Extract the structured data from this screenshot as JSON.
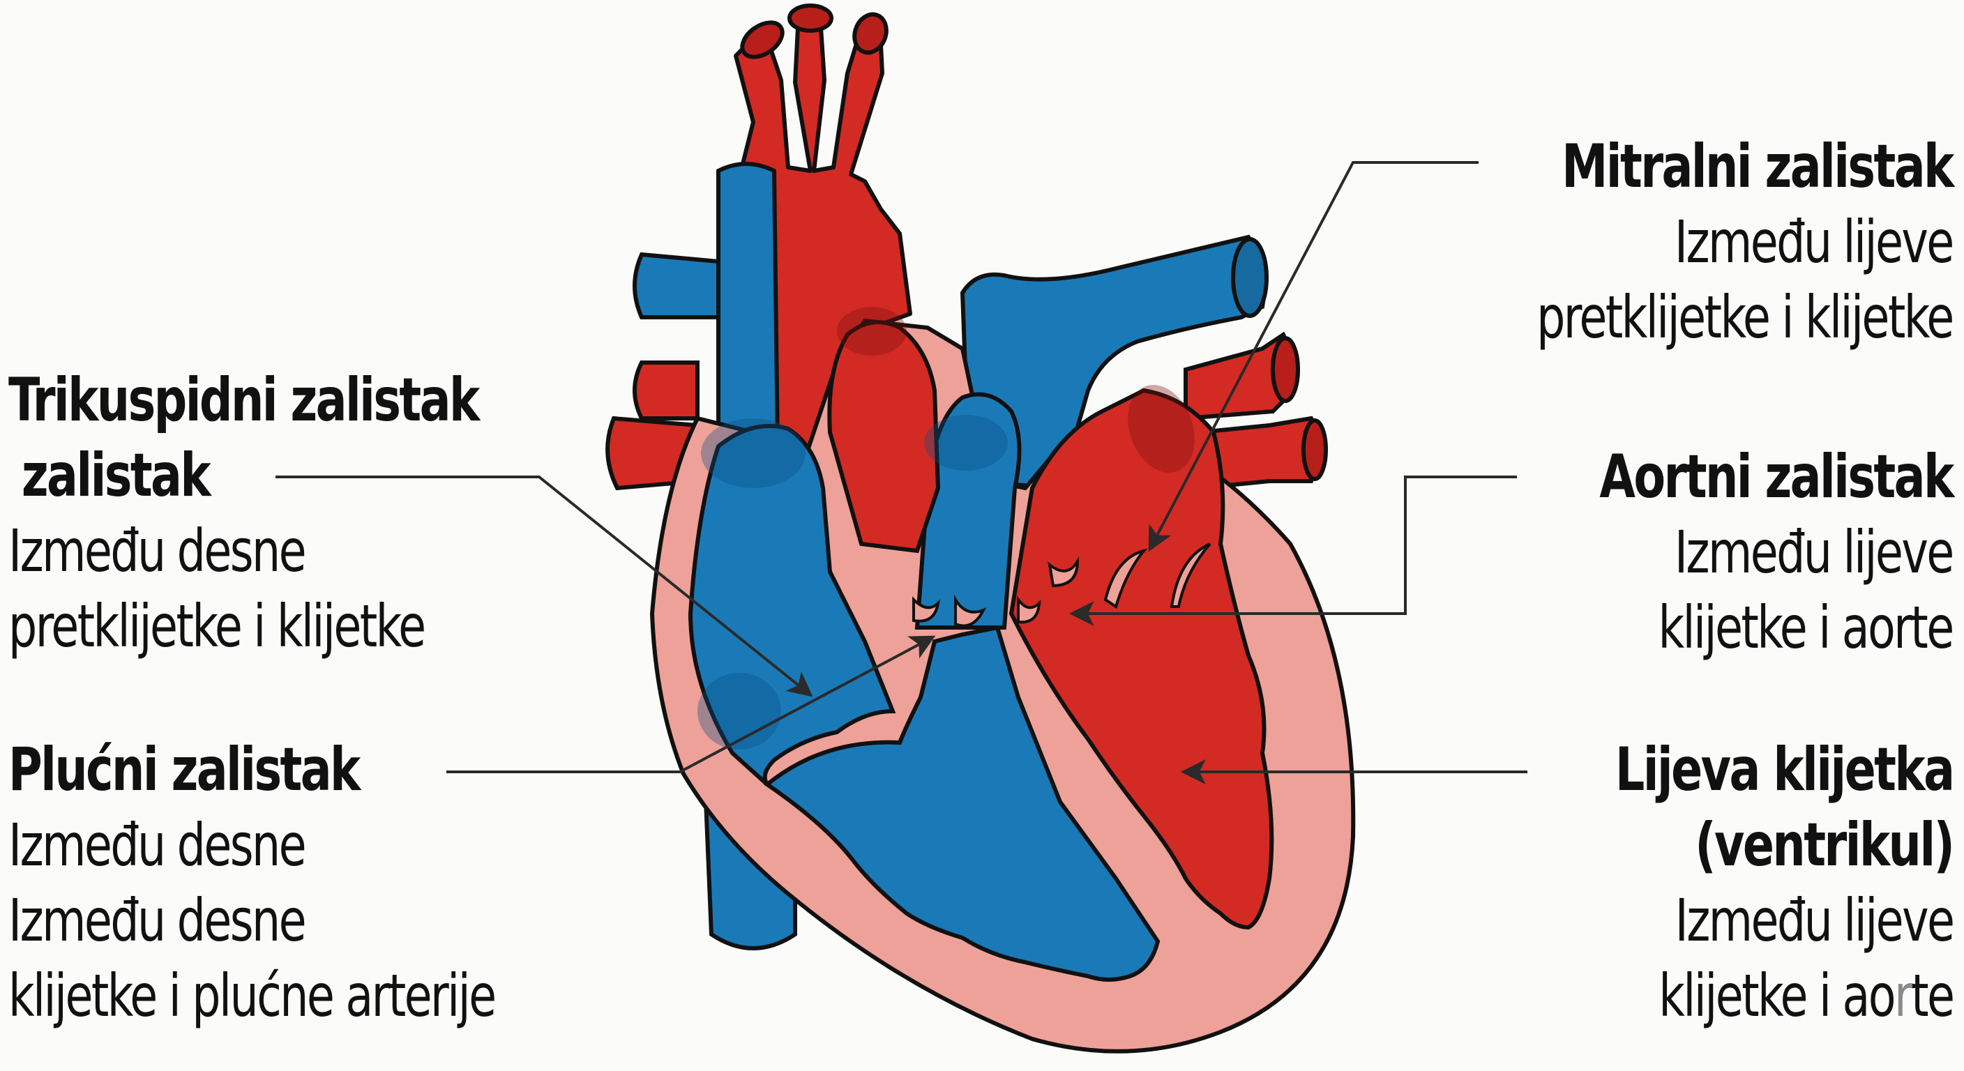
{
  "colors": {
    "background": "#fbfbf9",
    "oxygenated_red": "#d42a24",
    "deoxygenated_blue": "#1a7ab8",
    "muscle_pink": "#eea198",
    "outline": "#111111",
    "leader_line": "#2a2a2a"
  },
  "labels": {
    "tricuspid": {
      "title_line1": "Trikuspidni zalistak",
      "title_line2": "zalistak",
      "desc_line1": "Između desne",
      "desc_line2": "pretklijetke i klijetke"
    },
    "pulmonary": {
      "title": "Plućni zalistak",
      "desc_line1": "Između desne",
      "desc_line2": "Između desne",
      "desc_line3": "klijetke i plućne arterije"
    },
    "mitral": {
      "title": "Mitralni zalistak",
      "desc_line1": "Između lijeve",
      "desc_line2": "pretklijetke i klijetke"
    },
    "aortic": {
      "title": "Aortni zalistak",
      "desc_line1": "Između lijeve",
      "desc_line2": "klijetke i aorte"
    },
    "left_ventricle": {
      "title_line1": "Lijeva klijetka",
      "title_line2": "(ventrikul)",
      "desc_line1": "Između lijeve",
      "desc_line2_main": "klijetke i ao",
      "desc_line2_faded": "r",
      "desc_line2_end": "te"
    }
  }
}
